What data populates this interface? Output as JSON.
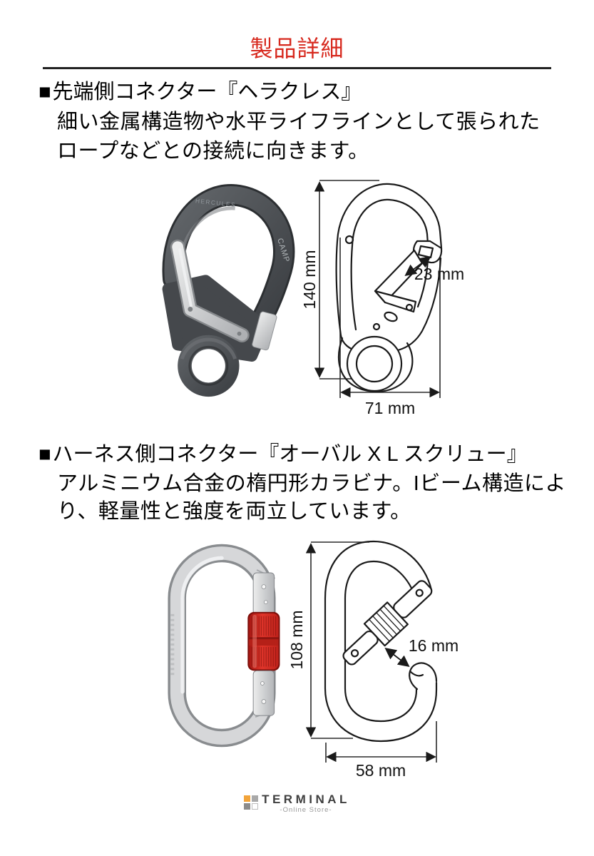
{
  "header": {
    "title": "製品詳細",
    "title_color": "#d7281d"
  },
  "sections": [
    {
      "bullet": "■",
      "heading": "先端側コネクター『ヘラクレス』",
      "body_lines": [
        "細い金属構造物や水平ライフラインとして張られた",
        "ロープなどとの接続に向きます。"
      ],
      "photo_labels": {
        "spine": "HERCULES",
        "brand": "CAMP"
      },
      "dimensions": {
        "height": "140 mm",
        "gate_opening": "23 mm",
        "width": "71 mm"
      }
    },
    {
      "bullet": "■",
      "heading": "ハーネス側コネクター『オーバル X L スクリュー』",
      "body_lines": [
        "アルミニウム合金の楕円形カラビナ。Iビーム構造によ",
        "り、軽量性と強度を両立しています。"
      ],
      "dimensions": {
        "height": "108 mm",
        "gate_opening": "16 mm",
        "width": "58 mm"
      }
    }
  ],
  "footer": {
    "brand": "TERMINAL",
    "tagline": "-Online Store-"
  }
}
